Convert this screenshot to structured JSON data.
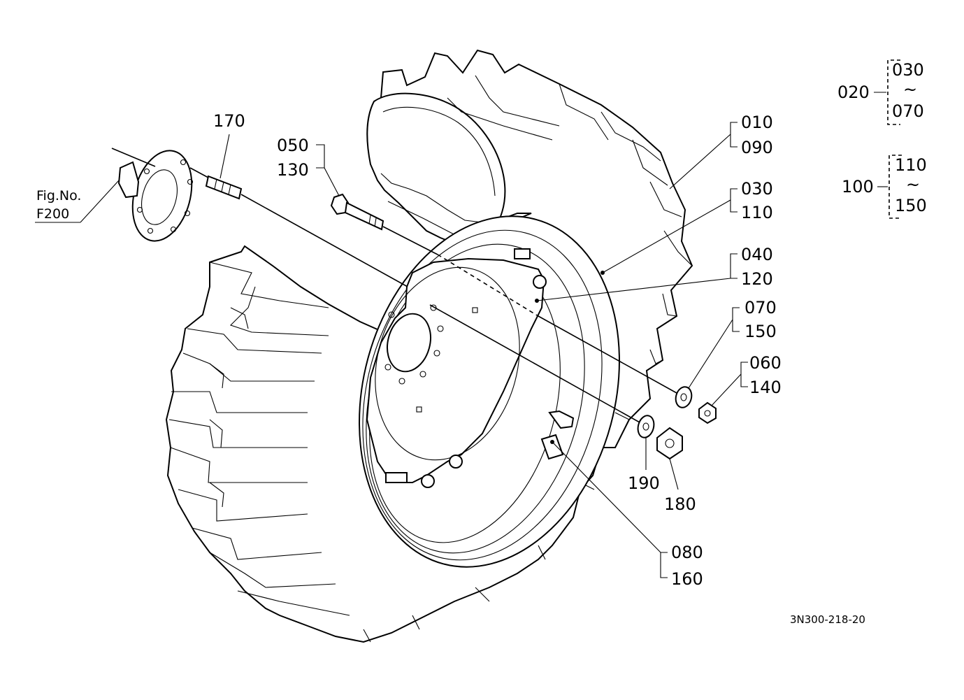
{
  "figure_ref": {
    "line1": "Fig.No.",
    "line2": "F200"
  },
  "callouts": {
    "c170": "170",
    "c050": "050",
    "c130": "130",
    "c010": "010",
    "c090": "090",
    "c030": "030",
    "c110": "110",
    "c040": "040",
    "c120": "120",
    "c070": "070",
    "c150": "150",
    "c060": "060",
    "c140": "140",
    "c190": "190",
    "c180": "180",
    "c080": "080",
    "c160": "160"
  },
  "groups": {
    "g020": {
      "parent": "020",
      "from": "030",
      "tilde": "~",
      "to": "070"
    },
    "g100": {
      "parent": "100",
      "from": "110",
      "tilde": "~",
      "to": "150"
    }
  },
  "drawing_code": "3N300-218-20"
}
